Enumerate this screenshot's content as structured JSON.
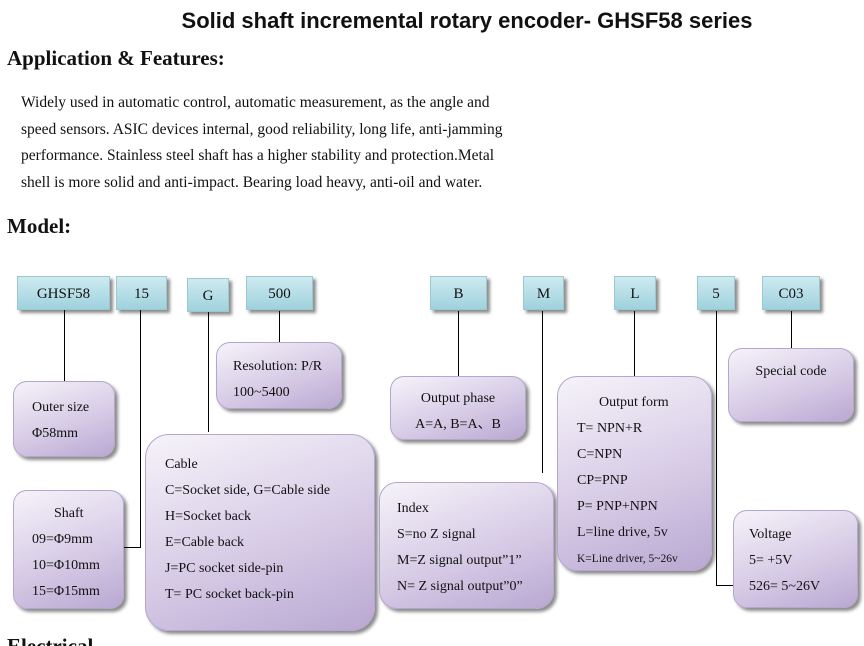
{
  "title": "Solid shaft incremental rotary encoder- GHSF58 series",
  "features": {
    "heading": "Application & Features:",
    "lines": [
      "Widely used in automatic control, automatic measurement, as the angle and",
      "speed sensors. ASIC devices internal, good reliability, long life, anti-jamming",
      "performance. Stainless steel shaft has a higher stability and protection.Metal",
      "shell is more solid and anti-impact. Bearing load heavy, anti-oil and water."
    ]
  },
  "model": {
    "heading": "Model:",
    "codes": [
      "GHSF58",
      "15",
      "G",
      "500",
      "B",
      "M",
      "L",
      "5",
      "C03"
    ],
    "outer_size": {
      "title": "Outer size",
      "lines": [
        "Φ58mm"
      ]
    },
    "shaft": {
      "title": "Shaft",
      "lines": [
        "09=Φ9mm",
        "10=Φ10mm",
        "15=Φ15mm"
      ]
    },
    "cable": {
      "title": "Cable",
      "lines": [
        "C=Socket side, G=Cable side",
        "H=Socket back",
        "E=Cable back",
        "J=PC socket side-pin",
        "T= PC socket back-pin"
      ]
    },
    "resolution": {
      "title": "Resolution: P/R",
      "lines": [
        "100~5400"
      ]
    },
    "output_phase": {
      "title": "Output phase",
      "lines": [
        "A=A, B=A、B"
      ]
    },
    "index": {
      "title": "Index",
      "lines": [
        "S=no Z signal",
        "M=Z signal output”1”",
        "N= Z signal output”0”"
      ]
    },
    "output_form": {
      "title": "Output form",
      "lines": [
        "T= NPN+R",
        "C=NPN",
        "CP=PNP",
        "P= PNP+NPN",
        "L=line drive, 5v",
        "K=Line driver, 5~26v"
      ]
    },
    "voltage": {
      "title": "Voltage",
      "lines": [
        "5= +5V",
        "526= 5~26V"
      ]
    },
    "special": {
      "title": "Special code"
    }
  },
  "next_heading": "Electrical"
}
